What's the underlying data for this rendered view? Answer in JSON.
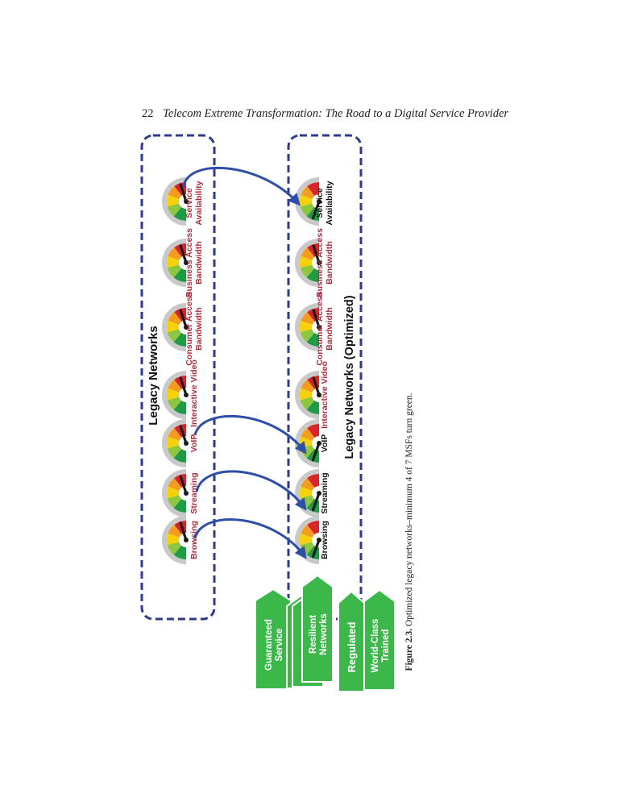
{
  "header": {
    "page_number": "22",
    "running_title": "Telecom Extreme Transformation: The Road to a Digital Service Provider"
  },
  "figure": {
    "panel_left_title": "Legacy Networks",
    "panel_right_title": "Legacy  Networks (Optimized)",
    "gauges": [
      {
        "label": "Browsing",
        "before": "red",
        "after": "green"
      },
      {
        "label": "Streaming",
        "before": "red",
        "after": "green"
      },
      {
        "label": "VoIP",
        "before": "red",
        "after": "green"
      },
      {
        "label": "Interactive Video",
        "before": "red",
        "after": "red"
      },
      {
        "label": "Consumer Access Bandwidth",
        "before": "red",
        "after": "red"
      },
      {
        "label": "Business Access Bandwidth",
        "before": "red",
        "after": "red"
      },
      {
        "label": "Service Availability",
        "before": "red",
        "after": "green"
      }
    ],
    "pillars": [
      "Guaranteed Service",
      "Resilient",
      "Resilient",
      "Resilient Networks",
      "Regulated",
      "World-Class Trained"
    ],
    "colors": {
      "dash_border": "#2e3a8c",
      "arrow": "#2f4ea8",
      "pillar_green": "#3cb84a",
      "label_red": "#b5263a",
      "label_black": "#111111"
    }
  },
  "caption": {
    "label": "Figure 2.3.",
    "text": "Optimized legacy networks–minimum 4 of 7 MSFs turn green."
  }
}
